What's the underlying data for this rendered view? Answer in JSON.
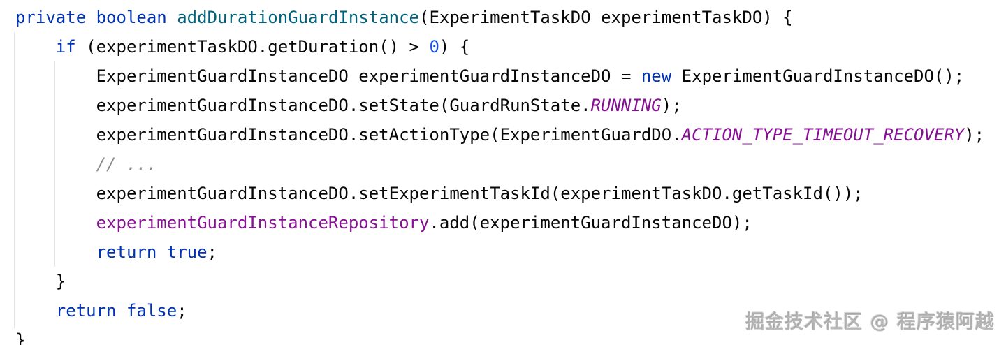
{
  "colors": {
    "background": "#ffffff",
    "text": "#070707",
    "keyword": "#0033B3",
    "method": "#00627A",
    "number": "#1750EB",
    "constant": "#871094",
    "field": "#871094",
    "comment": "#8C8C8C",
    "indent_guide": "#e4e4e4"
  },
  "watermark": {
    "text": "掘金技术社区 @ 程序猿阿越"
  },
  "code": {
    "language": "java",
    "lines": [
      {
        "indent": 0,
        "tokens": [
          {
            "t": "private",
            "c": "keyword"
          },
          {
            "t": " ",
            "c": "plain"
          },
          {
            "t": "boolean",
            "c": "keyword"
          },
          {
            "t": " ",
            "c": "plain"
          },
          {
            "t": "addDurationGuardInstance",
            "c": "method"
          },
          {
            "t": "(ExperimentTaskDO experimentTaskDO) {",
            "c": "plain"
          }
        ]
      },
      {
        "indent": 1,
        "tokens": [
          {
            "t": "if",
            "c": "keyword"
          },
          {
            "t": " (experimentTaskDO.getDuration() > ",
            "c": "plain"
          },
          {
            "t": "0",
            "c": "number"
          },
          {
            "t": ") {",
            "c": "plain"
          }
        ]
      },
      {
        "indent": 2,
        "tokens": [
          {
            "t": "ExperimentGuardInstanceDO experimentGuardInstanceDO = ",
            "c": "plain"
          },
          {
            "t": "new",
            "c": "keyword"
          },
          {
            "t": " ExperimentGuardInstanceDO();",
            "c": "plain"
          }
        ]
      },
      {
        "indent": 2,
        "tokens": [
          {
            "t": "experimentGuardInstanceDO.setState(GuardRunState.",
            "c": "plain"
          },
          {
            "t": "RUNNING",
            "c": "constant"
          },
          {
            "t": ");",
            "c": "plain"
          }
        ]
      },
      {
        "indent": 2,
        "tokens": [
          {
            "t": "experimentGuardInstanceDO.setActionType(ExperimentGuardDO.",
            "c": "plain"
          },
          {
            "t": "ACTION_TYPE_TIMEOUT_RECOVERY",
            "c": "constant"
          },
          {
            "t": ");",
            "c": "plain"
          }
        ]
      },
      {
        "indent": 2,
        "tokens": [
          {
            "t": "// ...",
            "c": "comment"
          }
        ]
      },
      {
        "indent": 2,
        "tokens": [
          {
            "t": "experimentGuardInstanceDO.setExperimentTaskId(experimentTaskDO.getTaskId());",
            "c": "plain"
          }
        ]
      },
      {
        "indent": 2,
        "tokens": [
          {
            "t": "experimentGuardInstanceRepository",
            "c": "field"
          },
          {
            "t": ".add(experimentGuardInstanceDO);",
            "c": "plain"
          }
        ]
      },
      {
        "indent": 2,
        "tokens": [
          {
            "t": "return",
            "c": "keyword"
          },
          {
            "t": " ",
            "c": "plain"
          },
          {
            "t": "true",
            "c": "keyword"
          },
          {
            "t": ";",
            "c": "plain"
          }
        ]
      },
      {
        "indent": 1,
        "tokens": [
          {
            "t": "}",
            "c": "plain"
          }
        ]
      },
      {
        "indent": 1,
        "tokens": [
          {
            "t": "return",
            "c": "keyword"
          },
          {
            "t": " ",
            "c": "plain"
          },
          {
            "t": "false",
            "c": "keyword"
          },
          {
            "t": ";",
            "c": "plain"
          }
        ]
      },
      {
        "indent": 0,
        "tokens": [
          {
            "t": "}",
            "c": "plain"
          }
        ]
      }
    ]
  }
}
